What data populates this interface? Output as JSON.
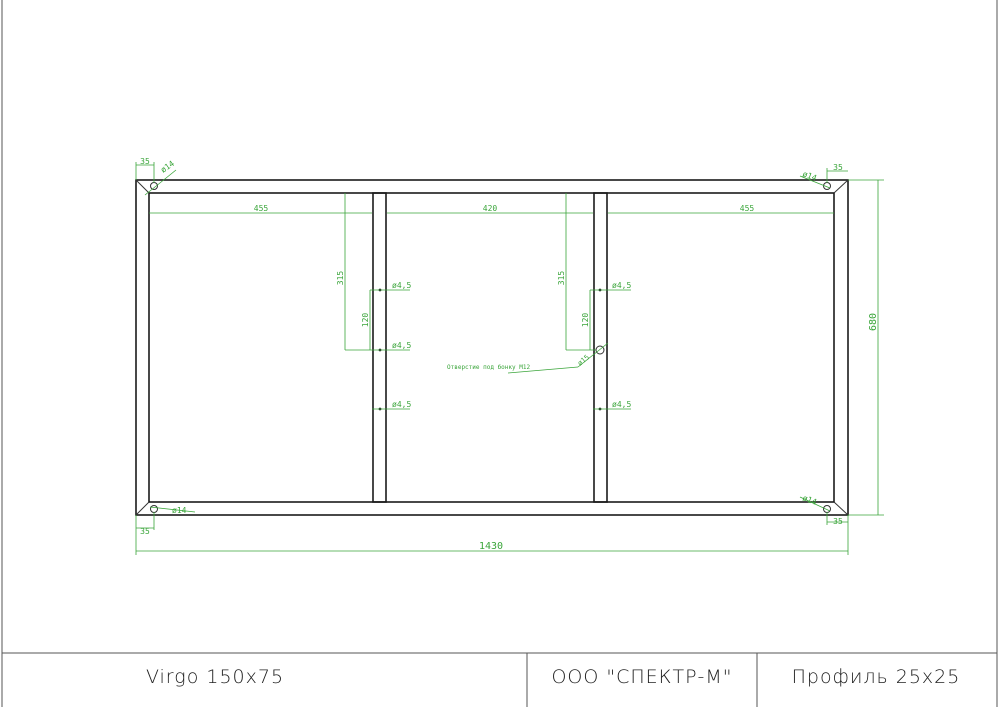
{
  "title_block": {
    "model": "Virgo 150x75",
    "company": "ООО \"СПЕКТР-М\"",
    "profile": "Профиль 25x25"
  },
  "dimensions": {
    "overall_width": "1430",
    "overall_height": "680",
    "corner_offset": "35",
    "corner_hole": "ø14",
    "bay_left": "455",
    "bay_middle": "420",
    "bay_right": "455",
    "post_hole_height": "315",
    "post_hole_spacing": "120",
    "small_hole": "ø4,5",
    "center_hole": "ø15",
    "center_hole_note": "Отверстие под бонку М12"
  },
  "colors": {
    "dimension": "#3aa53a",
    "outline": "#1a1a1a"
  }
}
